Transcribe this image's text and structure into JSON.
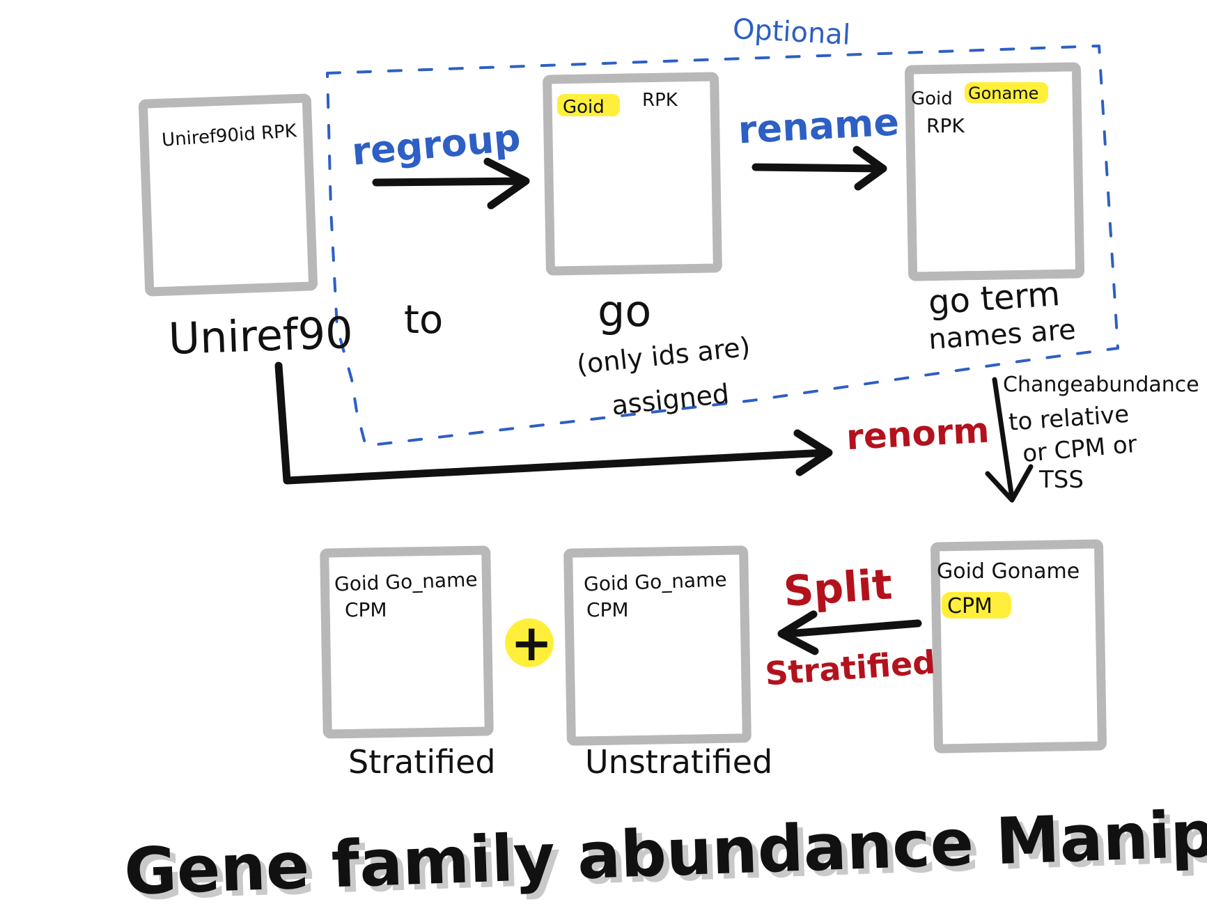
{
  "colors": {
    "ink": "#111111",
    "blue": "#2d5fc4",
    "red": "#b3121d",
    "box": "#b8b8b8",
    "highlight": "#ffef3a"
  },
  "optional_label": "Optional",
  "title": "Gene family abundance Manipulation",
  "boxes": {
    "uniref": {
      "header": "Uniref90id RPK",
      "caption": "Uniref90"
    },
    "goid": {
      "header_highlight": "Goid",
      "header_rest": "RPK",
      "caption": "go",
      "caption_note_1": "(only ids are)",
      "caption_note_2": "assigned"
    },
    "goname": {
      "header_plain": "Goid",
      "header_highlight": "Goname",
      "line2": "RPK",
      "caption_1": "go term",
      "caption_2": "names are"
    },
    "stratified": {
      "header": "Goid Go_name",
      "line2": "CPM",
      "caption": "Stratified"
    },
    "unstratified": {
      "header": "Goid Go_name",
      "line2": "CPM",
      "caption": "Unstratified"
    },
    "cpm": {
      "header": "Goid Goname",
      "line2_highlight": "CPM"
    }
  },
  "steps": {
    "regroup": "regroup",
    "to": "to",
    "rename": "rename",
    "renorm": "renorm",
    "split_1": "Split",
    "split_2": "Stratified",
    "plus": "+"
  },
  "change_note": [
    "Changeabundance",
    "to relative",
    "or CPM or",
    "TSS"
  ]
}
